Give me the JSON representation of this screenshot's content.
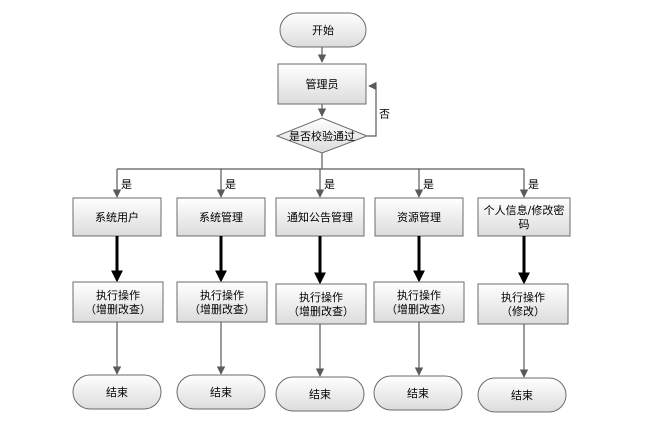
{
  "nodes": {
    "start": "开始",
    "admin": "管理员",
    "decision": "是否校验通过",
    "no_label": "否",
    "yes_label": "是",
    "branches": [
      {
        "module": [
          "系统用户"
        ],
        "action": [
          "执行操作",
          "（增删改查）"
        ],
        "end": "结束"
      },
      {
        "module": [
          "系统管理"
        ],
        "action": [
          "执行操作",
          "（增删改查）"
        ],
        "end": "结束"
      },
      {
        "module": [
          "通知公告管理"
        ],
        "action": [
          "执行操作",
          "（增删改查）"
        ],
        "end": "结束"
      },
      {
        "module": [
          "资源管理"
        ],
        "action": [
          "执行操作",
          "（增删改查）"
        ],
        "end": "结束"
      },
      {
        "module": [
          "个人信息/修改密",
          "码"
        ],
        "action": [
          "执行操作",
          "（修改）"
        ],
        "end": "结束"
      }
    ]
  },
  "colors": {
    "box_fill_top": "#ffffff",
    "box_fill_bottom": "#dcdcdc",
    "border": "#6b6b6b",
    "line": "#5a5a5a",
    "thick_line": "#000000"
  }
}
